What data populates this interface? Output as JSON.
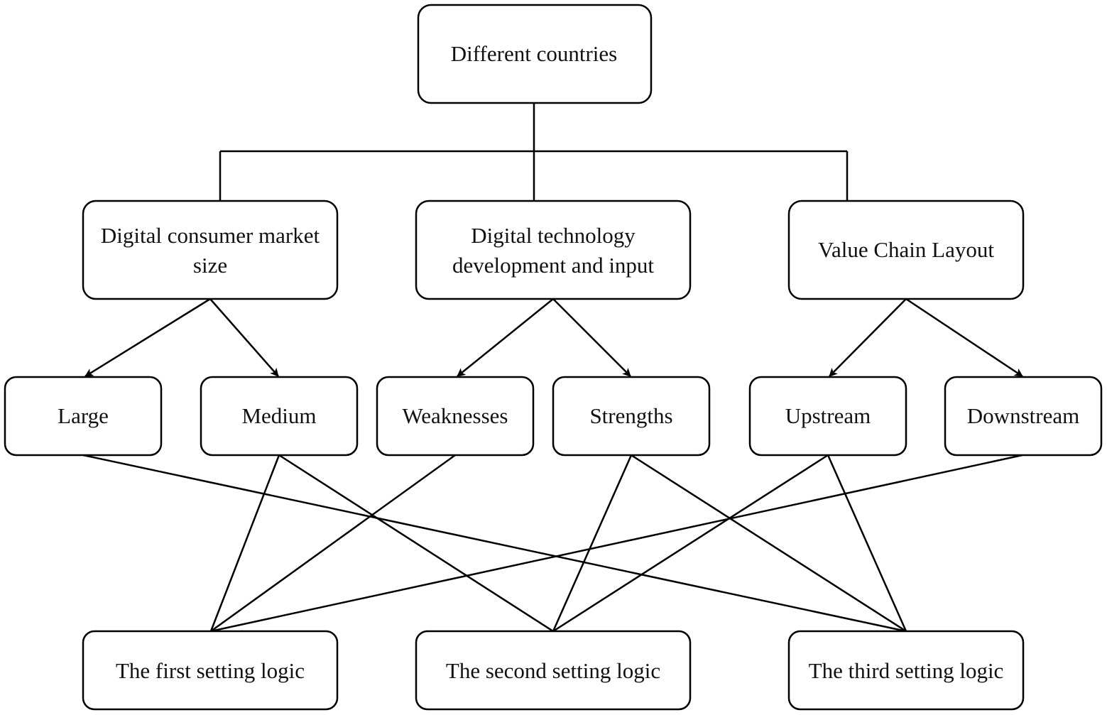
{
  "root": {
    "label": "Different countries"
  },
  "factors": [
    {
      "id": "market",
      "lines": [
        "Digital consumer market",
        "size"
      ]
    },
    {
      "id": "tech",
      "lines": [
        "Digital technology",
        "development and input"
      ]
    },
    {
      "id": "value",
      "lines": [
        "Value Chain Layout"
      ]
    }
  ],
  "levels": [
    {
      "id": "large",
      "label": "Large",
      "parent": "market"
    },
    {
      "id": "medium",
      "label": "Medium",
      "parent": "market"
    },
    {
      "id": "weaknesses",
      "label": "Weaknesses",
      "parent": "tech"
    },
    {
      "id": "strengths",
      "label": "Strengths",
      "parent": "tech"
    },
    {
      "id": "upstream",
      "label": "Upstream",
      "parent": "value"
    },
    {
      "id": "downstream",
      "label": "Downstream",
      "parent": "value"
    }
  ],
  "logics": [
    {
      "id": "first",
      "label": "The first setting logic",
      "inputs": [
        "medium",
        "weaknesses",
        "downstream"
      ]
    },
    {
      "id": "second",
      "label": "The second setting logic",
      "inputs": [
        "medium",
        "strengths",
        "upstream"
      ]
    },
    {
      "id": "third",
      "label": "The third setting logic",
      "inputs": [
        "large",
        "strengths",
        "upstream"
      ]
    }
  ]
}
